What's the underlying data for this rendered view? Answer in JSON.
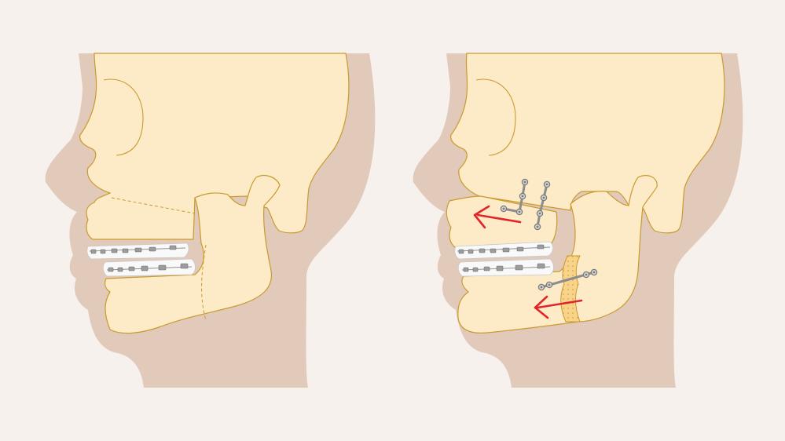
{
  "colors": {
    "background": "#f7f1ed",
    "soft_tissue": "#e2cabb",
    "bone": "#fdebc8",
    "bone_outline": "#c99a2e",
    "graft_fill": "#f8d38a",
    "teeth": "#f9f9f9",
    "teeth_outline": "#c8c8c8",
    "brackets": "#9c9c9c",
    "plates": "#8d8d8d",
    "arrow": "#e2242b"
  },
  "panels": [
    {
      "state": "before surgery",
      "osteotomy_lines": "dashed",
      "plates": 0,
      "arrows": 0
    },
    {
      "state": "after surgery",
      "osteotomy_lines": "none",
      "plates": 3,
      "arrows": 2,
      "bone_graft": true
    }
  ],
  "icons": [
    "skull-profile-icon",
    "fixation-plate-icon",
    "advancement-arrow-icon"
  ]
}
